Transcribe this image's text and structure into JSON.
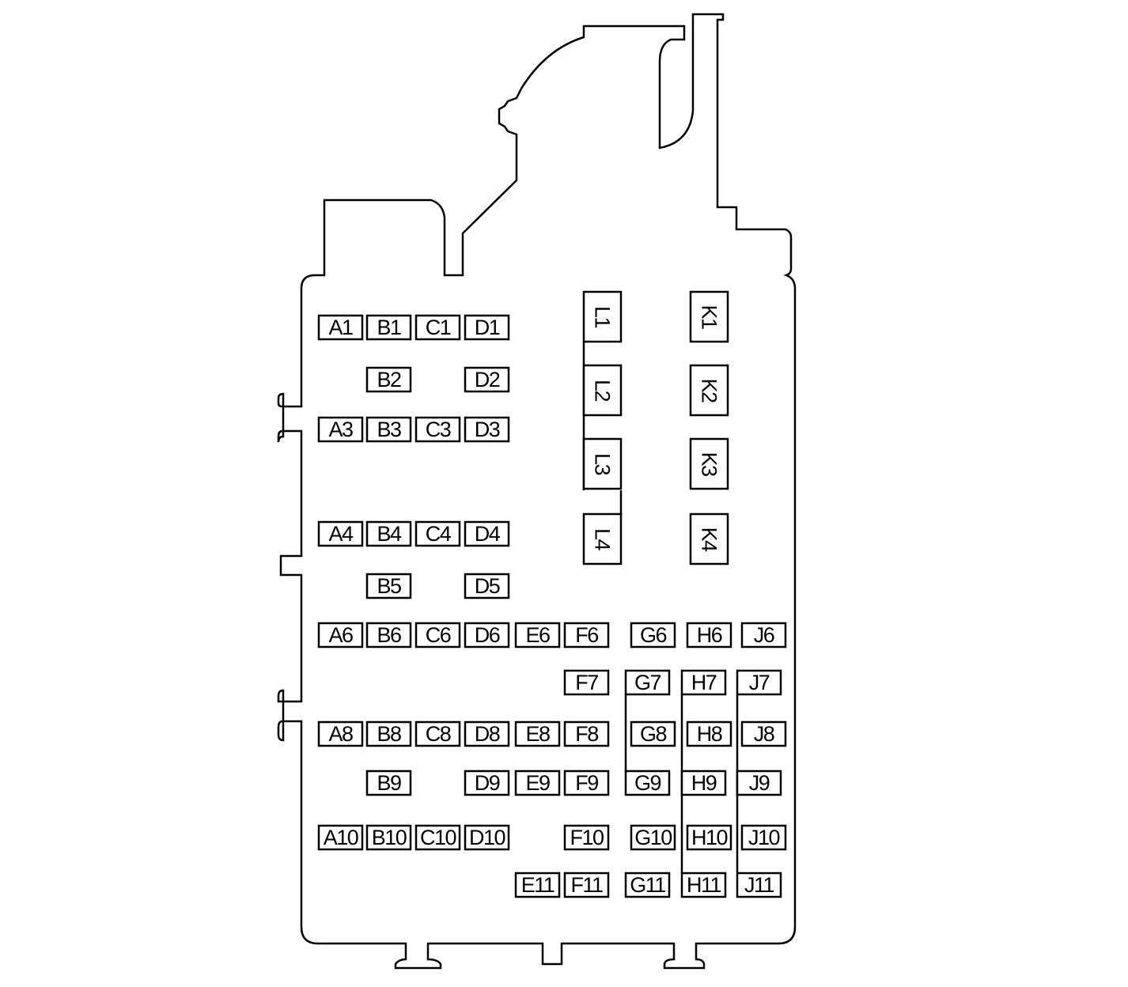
{
  "diagram": {
    "fuses": [
      {
        "id": "A1",
        "label": "A1"
      },
      {
        "id": "B1",
        "label": "B1"
      },
      {
        "id": "C1",
        "label": "C1"
      },
      {
        "id": "D1",
        "label": "D1"
      },
      {
        "id": "B2",
        "label": "B2"
      },
      {
        "id": "D2",
        "label": "D2"
      },
      {
        "id": "A3",
        "label": "A3"
      },
      {
        "id": "B3",
        "label": "B3"
      },
      {
        "id": "C3",
        "label": "C3"
      },
      {
        "id": "D3",
        "label": "D3"
      },
      {
        "id": "A4",
        "label": "A4"
      },
      {
        "id": "B4",
        "label": "B4"
      },
      {
        "id": "C4",
        "label": "C4"
      },
      {
        "id": "D4",
        "label": "D4"
      },
      {
        "id": "B5",
        "label": "B5"
      },
      {
        "id": "D5",
        "label": "D5"
      },
      {
        "id": "A6",
        "label": "A6"
      },
      {
        "id": "B6",
        "label": "B6"
      },
      {
        "id": "C6",
        "label": "C6"
      },
      {
        "id": "D6",
        "label": "D6"
      },
      {
        "id": "E6",
        "label": "E6"
      },
      {
        "id": "F6",
        "label": "F6"
      },
      {
        "id": "G6",
        "label": "G6"
      },
      {
        "id": "H6",
        "label": "H6"
      },
      {
        "id": "J6",
        "label": "J6"
      },
      {
        "id": "F7",
        "label": "F7"
      },
      {
        "id": "G7",
        "label": "G7"
      },
      {
        "id": "H7",
        "label": "H7"
      },
      {
        "id": "J7",
        "label": "J7"
      },
      {
        "id": "A8",
        "label": "A8"
      },
      {
        "id": "B8",
        "label": "B8"
      },
      {
        "id": "C8",
        "label": "C8"
      },
      {
        "id": "D8",
        "label": "D8"
      },
      {
        "id": "E8",
        "label": "E8"
      },
      {
        "id": "F8",
        "label": "F8"
      },
      {
        "id": "G8",
        "label": "G8"
      },
      {
        "id": "H8",
        "label": "H8"
      },
      {
        "id": "J8",
        "label": "J8"
      },
      {
        "id": "B9",
        "label": "B9"
      },
      {
        "id": "D9",
        "label": "D9"
      },
      {
        "id": "E9",
        "label": "E9"
      },
      {
        "id": "F9",
        "label": "F9"
      },
      {
        "id": "G9",
        "label": "G9"
      },
      {
        "id": "H9",
        "label": "H9"
      },
      {
        "id": "J9",
        "label": "J9"
      },
      {
        "id": "A10",
        "label": "A10"
      },
      {
        "id": "B10",
        "label": "B10"
      },
      {
        "id": "C10",
        "label": "C10"
      },
      {
        "id": "D10",
        "label": "D10"
      },
      {
        "id": "F10",
        "label": "F10"
      },
      {
        "id": "G10",
        "label": "G10"
      },
      {
        "id": "H10",
        "label": "H10"
      },
      {
        "id": "J10",
        "label": "J10"
      },
      {
        "id": "E11",
        "label": "E11"
      },
      {
        "id": "F11",
        "label": "F11"
      },
      {
        "id": "G11",
        "label": "G11"
      },
      {
        "id": "H11",
        "label": "H11"
      },
      {
        "id": "J11",
        "label": "J11"
      }
    ],
    "relays": [
      {
        "id": "L1",
        "label": "L1"
      },
      {
        "id": "L2",
        "label": "L2"
      },
      {
        "id": "L3",
        "label": "L3"
      },
      {
        "id": "L4",
        "label": "L4"
      },
      {
        "id": "K1",
        "label": "K1"
      },
      {
        "id": "K2",
        "label": "K2"
      },
      {
        "id": "K3",
        "label": "K3"
      },
      {
        "id": "K4",
        "label": "K4"
      }
    ]
  }
}
